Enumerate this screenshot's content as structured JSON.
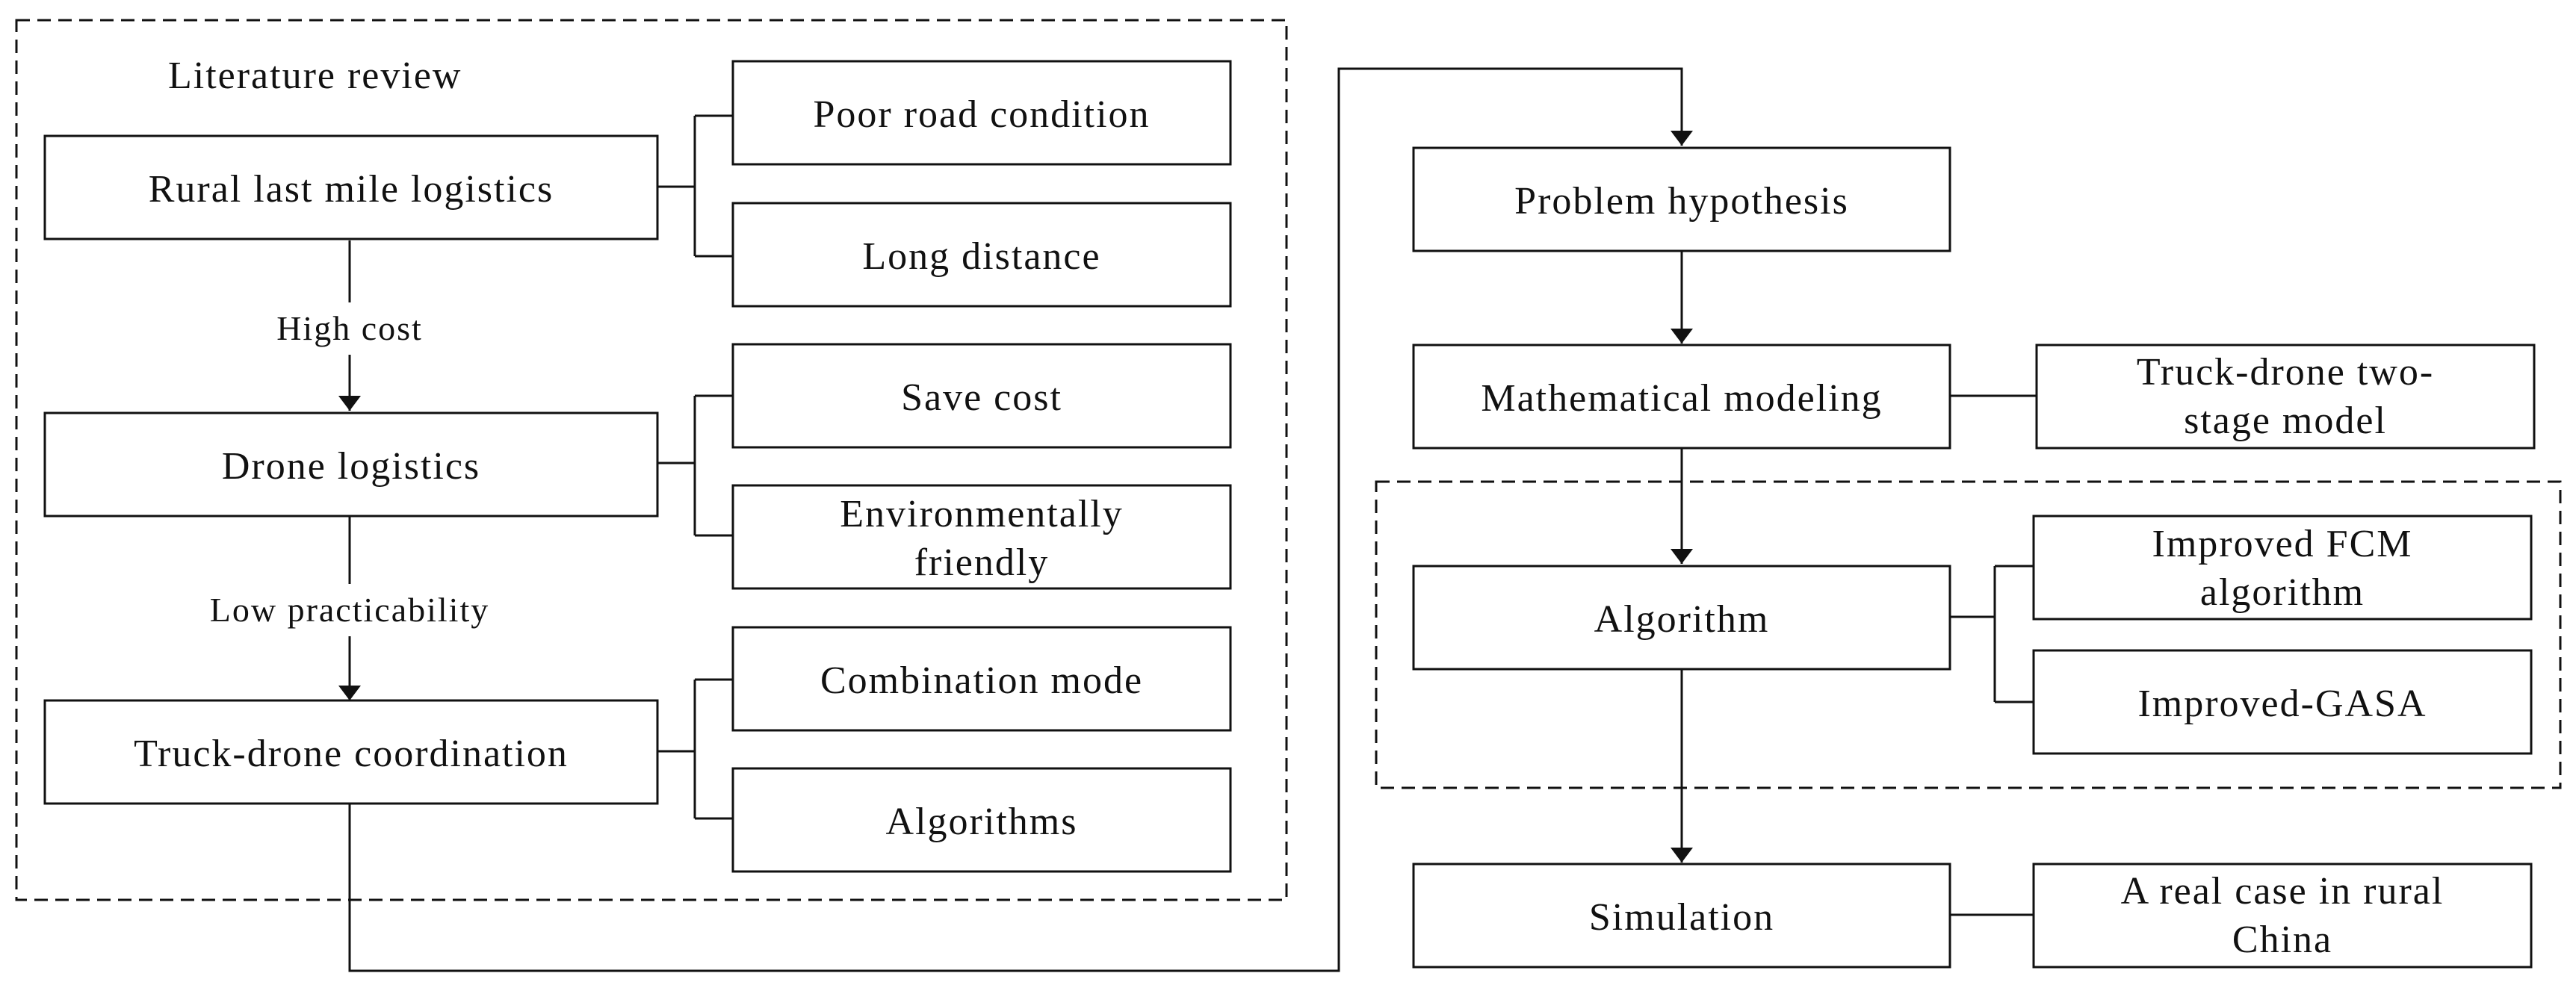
{
  "figure": {
    "section_label": "Literature review",
    "boxes": {
      "rural": "Rural last mile logistics",
      "poor_road": "Poor road condition",
      "long_distance": "Long distance",
      "drone": "Drone logistics",
      "save_cost": "Save cost",
      "env_friendly": [
        "Environmentally",
        "friendly"
      ],
      "truck_drone": "Truck-drone coordination",
      "combination": "Combination mode",
      "algorithms": "Algorithms",
      "problem": "Problem hypothesis",
      "math": "Mathematical modeling",
      "two_stage": [
        "Truck-drone two-",
        "stage model"
      ],
      "algorithm": "Algorithm",
      "fcm": [
        "Improved FCM",
        "algorithm"
      ],
      "gasa": "Improved-GASA",
      "simulation": "Simulation",
      "real_case": [
        "A real case in rural",
        "China"
      ]
    },
    "edge_labels": {
      "high_cost": "High cost",
      "low_practicability": "Low practicability"
    }
  }
}
